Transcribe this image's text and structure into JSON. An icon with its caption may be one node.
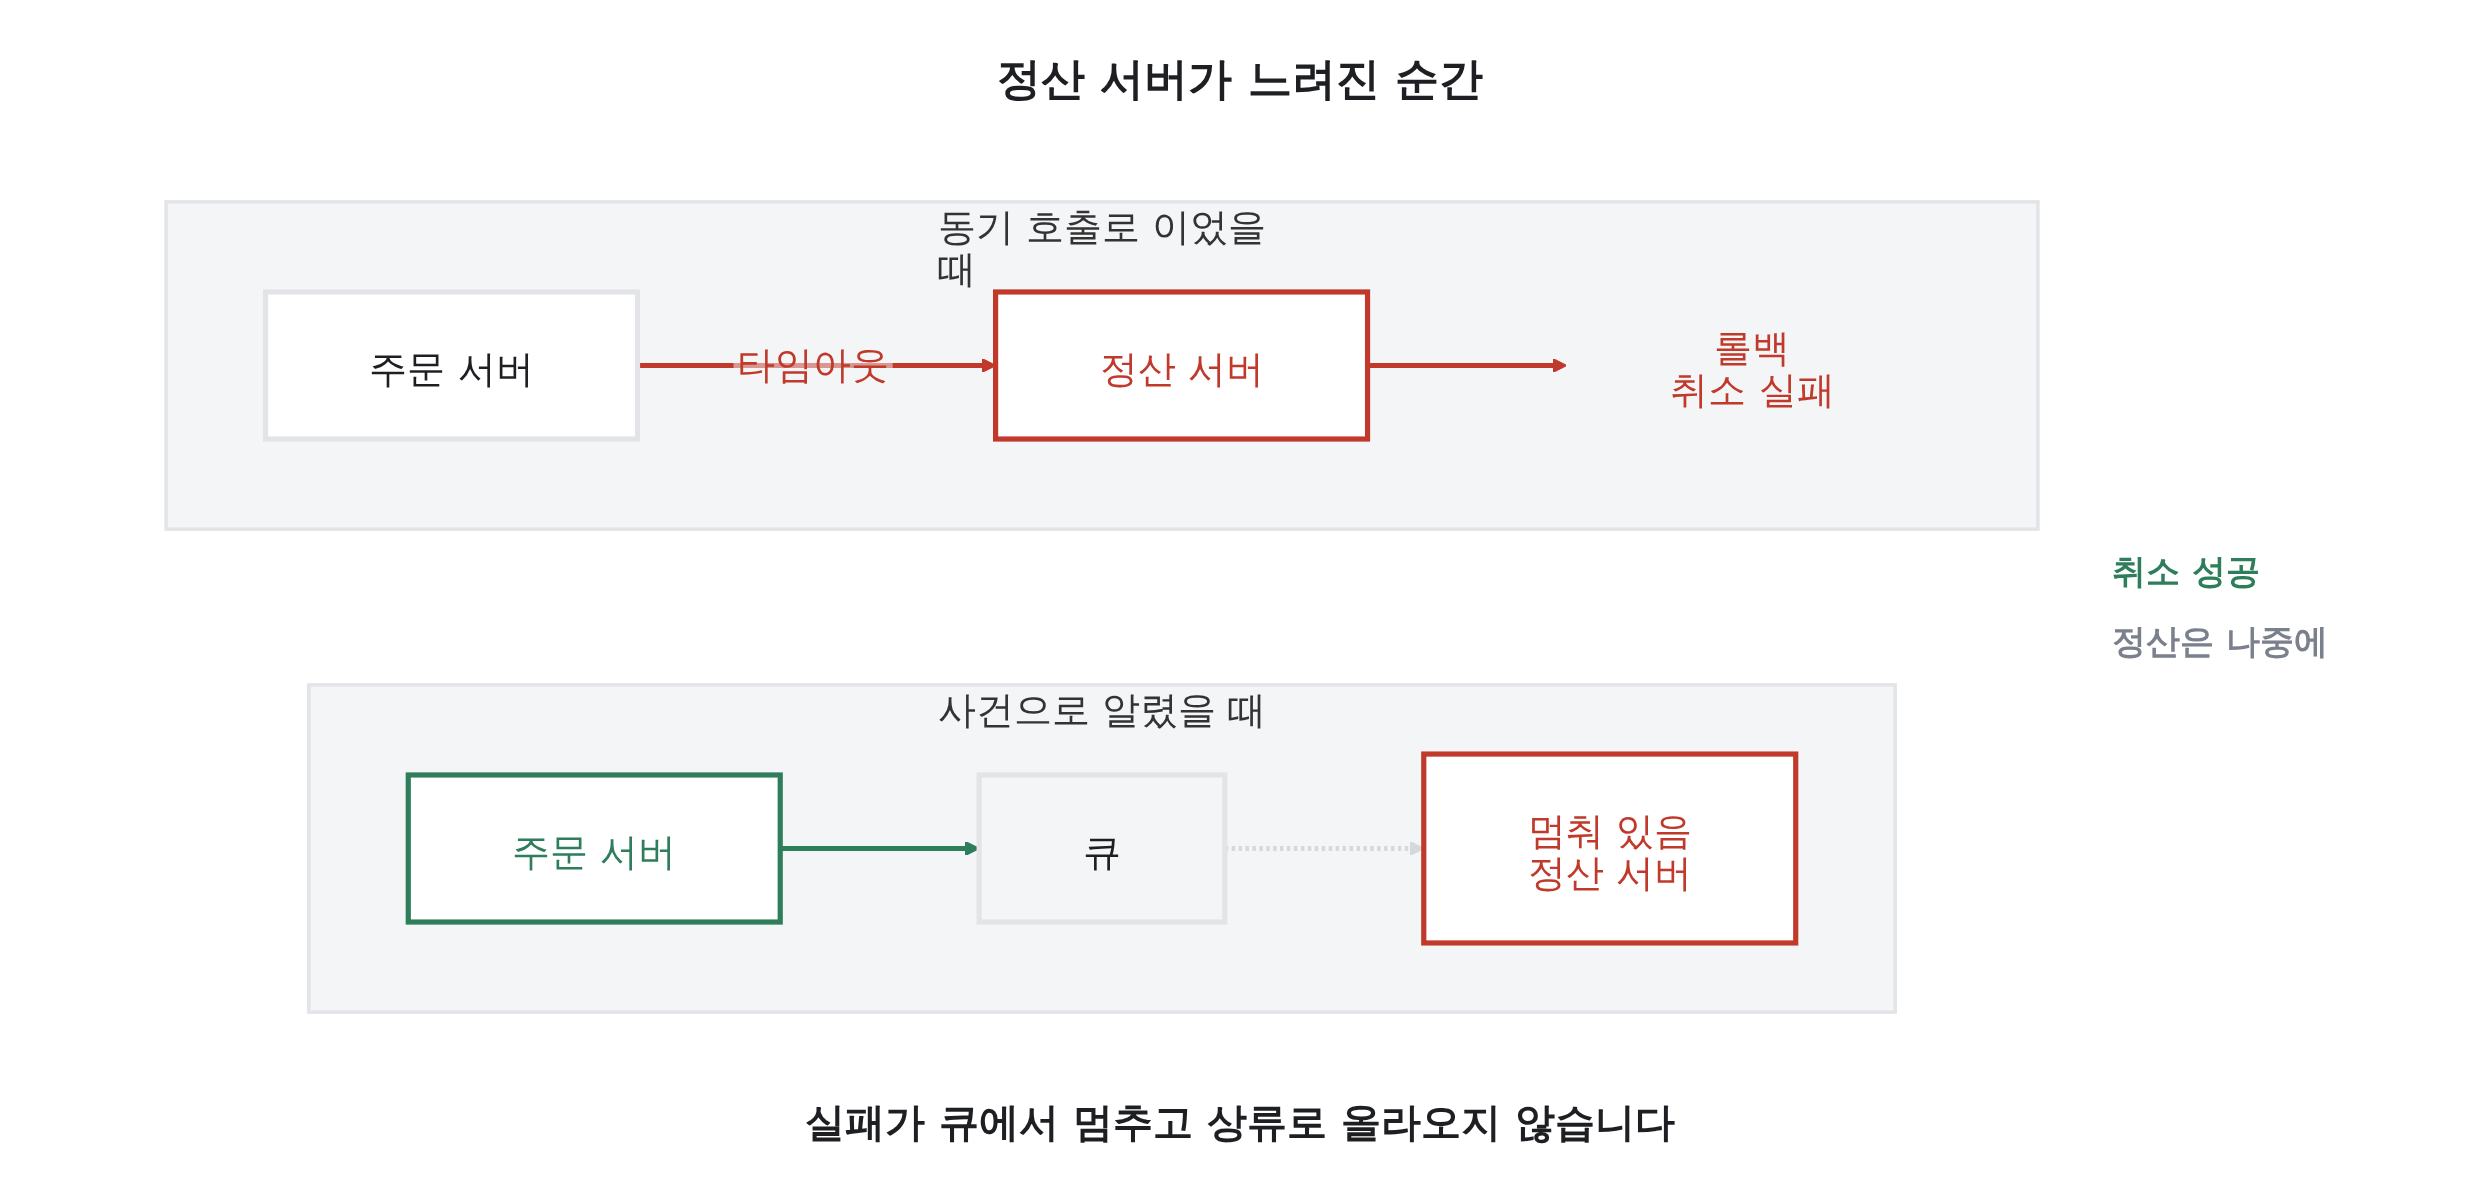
{
  "diagram": {
    "title": "정산 서버가 느려진 순간",
    "caption": "실패가 큐에서 멈추고 상류로 올라오지 않습니다",
    "nodes": [
      {
        "text": [
          "동기 호출로 이었을 때"
        ]
      },
      {
        "text": [
          "주문 서버"
        ],
        "in": 0
      },
      {
        "text": [
          "정산 서버"
        ],
        "in": 0
      },
      {
        "text": [
          "롤백",
          "취소 실패"
        ],
        "in": 0
      },
      {
        "text": [
          "사건으로 알렸을 때"
        ]
      },
      {
        "text": [
          "주문 서버"
        ],
        "in": 4
      },
      {
        "text": [
          "큐"
        ],
        "in": 4
      },
      {
        "text": [
          "멈춰 있음",
          "정산 서버"
        ],
        "in": 4
      }
    ],
    "edges": [
      {
        "from": 1,
        "to": 2,
        "arrow": "to",
        "label": "타임아웃",
        "color": "#c0392b"
      },
      {
        "from": 2,
        "to": 3,
        "arrow": "to",
        "color": "#c0392b"
      },
      {
        "from": 5,
        "to": 6,
        "arrow": "to",
        "color": "#2e7d5b"
      },
      {
        "from": 6,
        "to": 7,
        "arrow": "to",
        "style": "dashed",
        "color": "#d5d8dd"
      }
    ],
    "labels": [
      "취소 성공",
      "정산은 나중에"
    ]
  }
}
